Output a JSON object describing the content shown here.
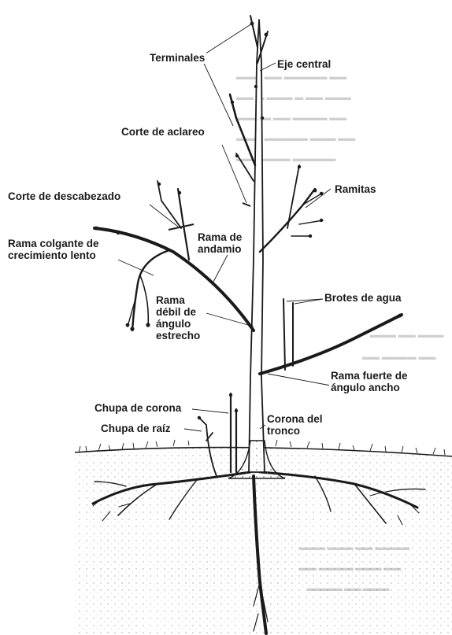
{
  "diagram": {
    "labels": {
      "terminales": "Terminales",
      "eje_central": "Eje central",
      "corte_aclareo": "Corte de aclareo",
      "ramitas": "Ramitas",
      "corte_descabezado": "Corte de descabezado",
      "rama_colgante": "Rama colgante de\ncrecimiento lento",
      "rama_andamio": "Rama de\nandamio",
      "brotes_agua": "Brotes de agua",
      "rama_debil": "Rama\ndébil de\nángulo\nestrecho",
      "rama_fuerte": "Rama fuerte de\nángulo ancho",
      "chupa_corona": "Chupa de corona",
      "chupa_raiz": "Chupa de raíz",
      "corona_tronco": "Corona del\ntronco"
    },
    "colors": {
      "ink": "#1a1a1a",
      "background": "#ffffff",
      "bleed_text": "#cfcfcf"
    }
  }
}
